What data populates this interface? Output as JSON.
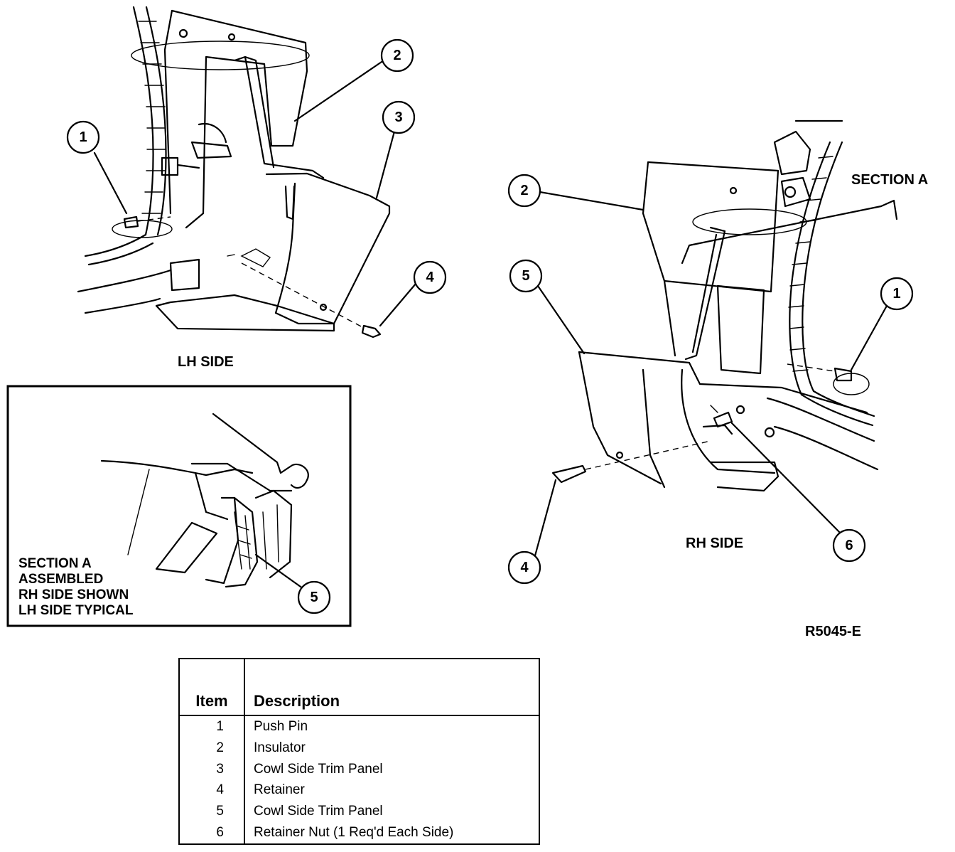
{
  "labels": {
    "lh_side": "LH SIDE",
    "rh_side": "RH SIDE",
    "section_a": "SECTION A",
    "figure_code": "R5045-E"
  },
  "inset": {
    "lines": [
      "SECTION A",
      "ASSEMBLED",
      "RH SIDE SHOWN",
      "LH SIDE TYPICAL"
    ],
    "callout": "5"
  },
  "lh_callouts": [
    "1",
    "2",
    "3",
    "4"
  ],
  "rh_callouts": [
    "2",
    "5",
    "1",
    "4",
    "6"
  ],
  "table": {
    "headers": [
      "Item",
      "Description"
    ],
    "rows": [
      {
        "item": "1",
        "description": "Push Pin"
      },
      {
        "item": "2",
        "description": "Insulator"
      },
      {
        "item": "3",
        "description": "Cowl Side Trim Panel"
      },
      {
        "item": "4",
        "description": "Retainer"
      },
      {
        "item": "5",
        "description": "Cowl Side Trim Panel"
      },
      {
        "item": "6",
        "description": "Retainer Nut (1 Req'd Each Side)"
      }
    ]
  }
}
